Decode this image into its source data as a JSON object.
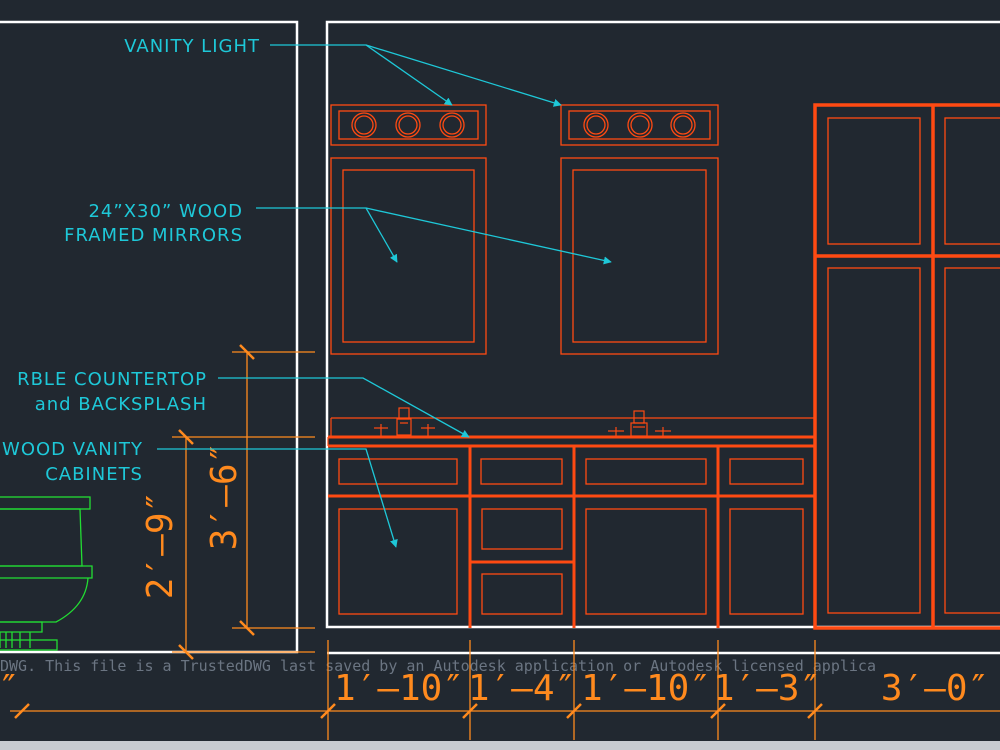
{
  "colors": {
    "background": "#212830",
    "annotation": "#1ec8d8",
    "cabinet": "#ff4a12",
    "frame": "#ffffff",
    "toilet": "#22dd33",
    "dimension": "#ff8a1e",
    "trusted_dwg": "#6b7582"
  },
  "labels": {
    "vanity_light": "VANITY LIGHT",
    "mirrors_line1": "24”X30” WOOD",
    "mirrors_line2": "FRAMED MIRRORS",
    "countertop_line1": "RBLE COUNTERTOP",
    "countertop_line2": "and BACKSPLASH",
    "vanity_line1": "WOOD VANITY",
    "vanity_line2": "CABINETS"
  },
  "dimensions": {
    "height_counter": "3′–6″",
    "height_vanity": "2′–9″",
    "left_partial": "″",
    "bottom": [
      "1′–10″",
      "1′–4″",
      "1′–10″",
      "1′–3″",
      "3′–0″"
    ]
  },
  "trusted_dwg_text": "DWG.  This file is a TrustedDWG last saved by an Autodesk application or Autodesk licensed applica",
  "icons": [
    "vanity-light-icon",
    "faucet-icon",
    "toilet-icon",
    "arrow-icon"
  ]
}
